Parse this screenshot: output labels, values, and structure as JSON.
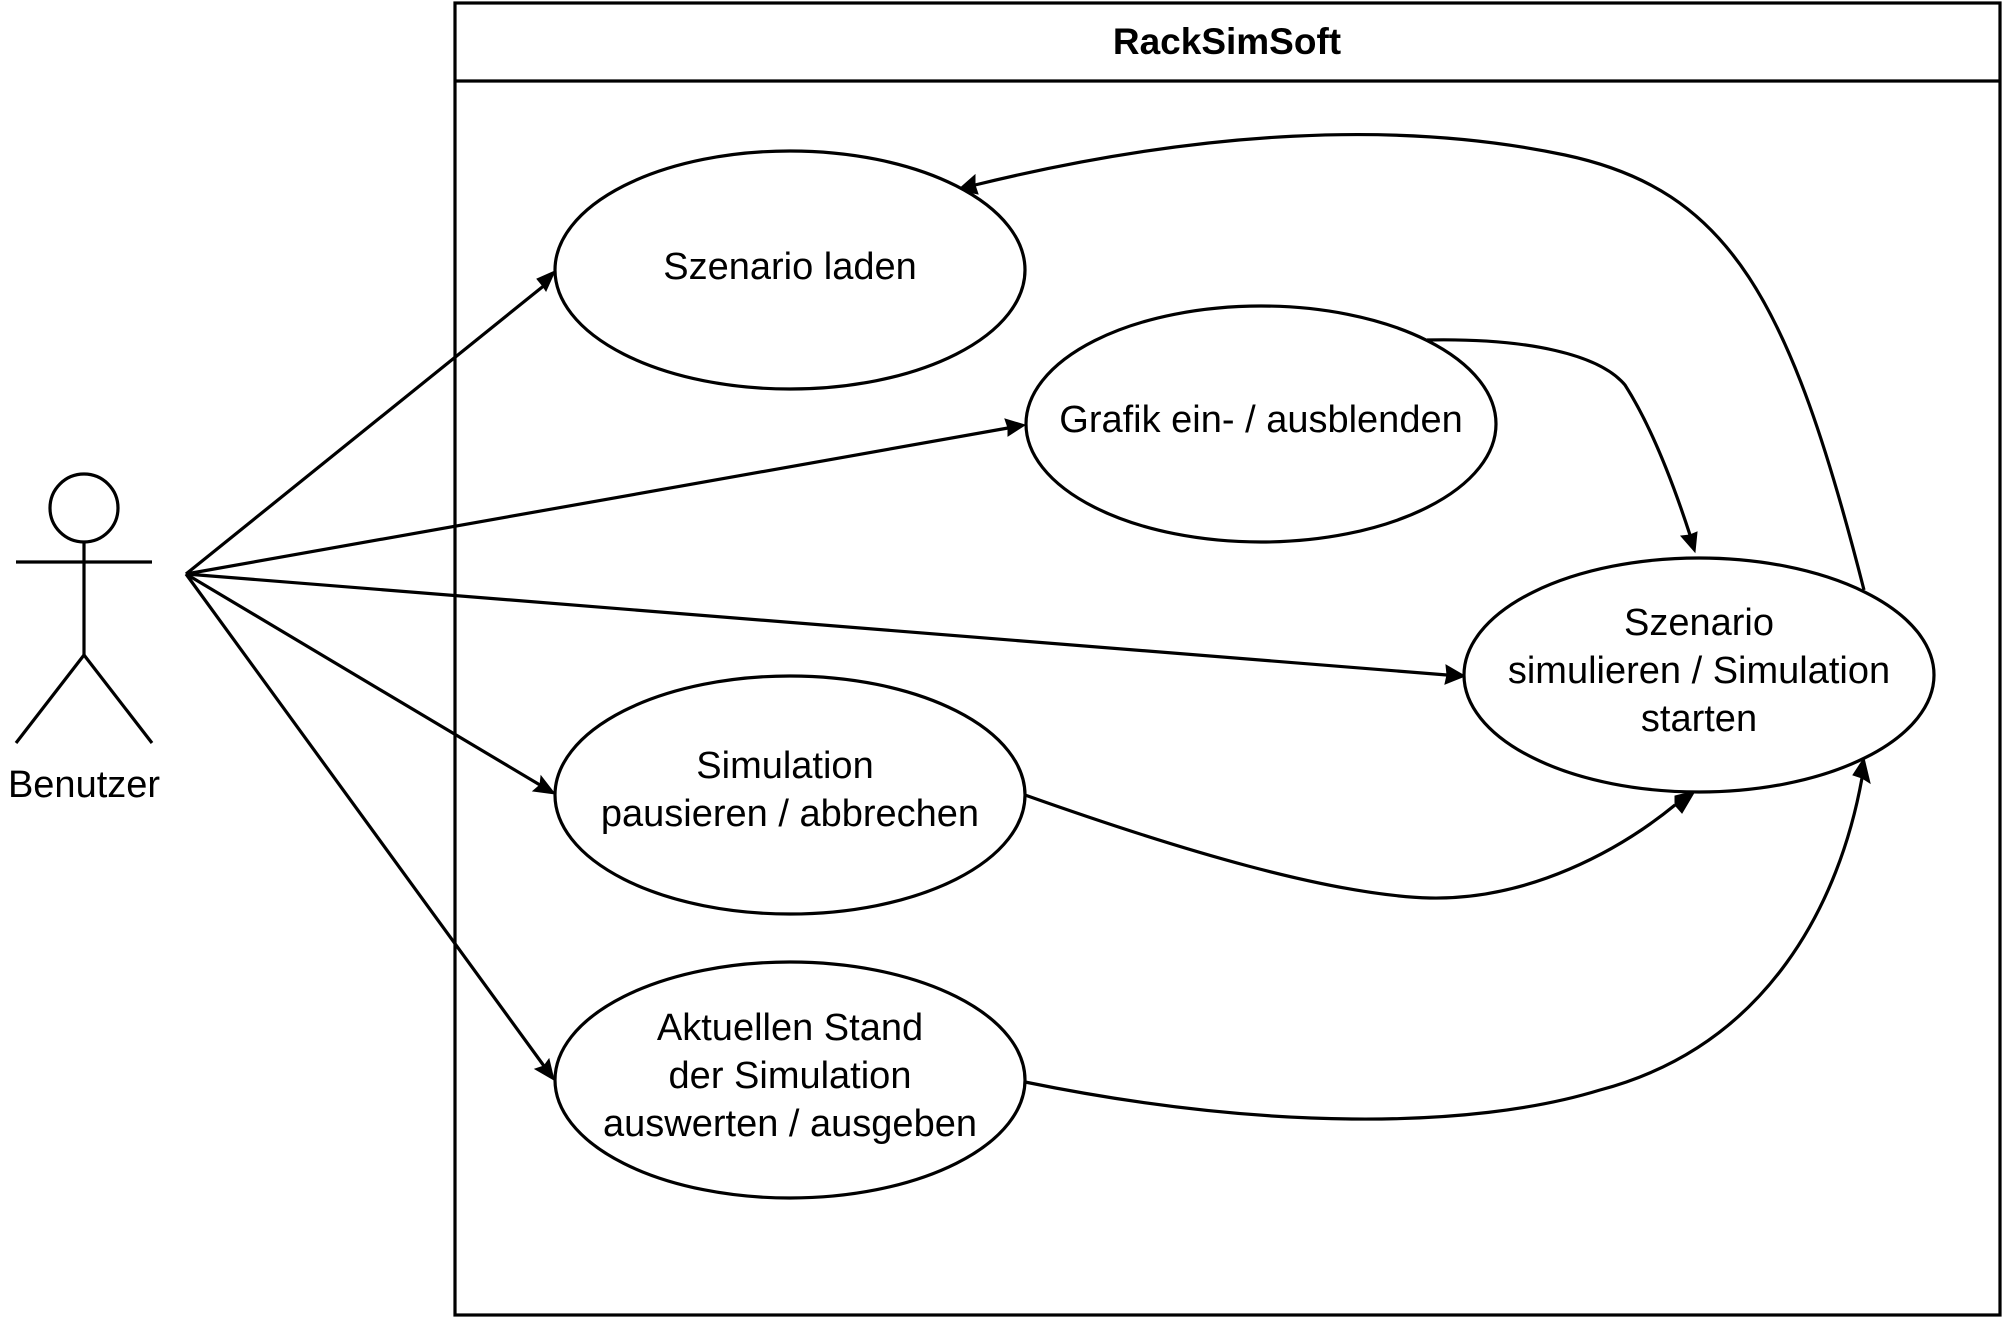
{
  "system": {
    "title": "RackSimSoft"
  },
  "actor": {
    "label": "Benutzer"
  },
  "use_cases": {
    "szenario_laden": {
      "lines": [
        "Szenario laden"
      ]
    },
    "grafik": {
      "lines": [
        "Grafik ein- / ausblenden"
      ]
    },
    "simulieren": {
      "lines": [
        "Szenario",
        "simulieren / Simulation",
        "starten"
      ]
    },
    "pausieren": {
      "lines": [
        "Simulation",
        "pausieren / abbrechen"
      ]
    },
    "auswerten": {
      "lines": [
        "Aktuellen Stand",
        "der Simulation",
        "auswerten / ausgeben"
      ]
    }
  },
  "colors": {
    "stroke": "#000000",
    "fill": "#ffffff"
  }
}
